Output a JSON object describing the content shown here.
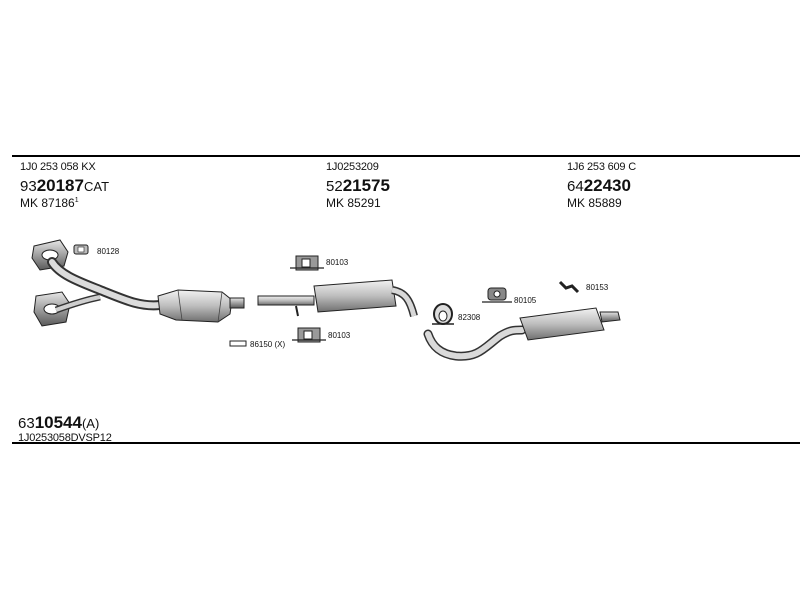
{
  "parts": [
    {
      "oem": "1J0 253 058 KX",
      "art_prefix": "93",
      "art_main": "20187",
      "art_suffix": "CAT",
      "mk_prefix": "MK",
      "mk_number": "87186",
      "mk_note": "1"
    },
    {
      "oem": "1J0253209",
      "art_prefix": "52",
      "art_main": "21575",
      "art_suffix": "",
      "mk_prefix": "MK",
      "mk_number": "85291",
      "mk_note": ""
    },
    {
      "oem": "1J6 253 609 C",
      "art_prefix": "64",
      "art_main": "22430",
      "art_suffix": "",
      "mk_prefix": "MK",
      "mk_number": "85889",
      "mk_note": ""
    }
  ],
  "callouts": {
    "c80128": "80128",
    "c80103a": "80103",
    "c86150": "86150 (X)",
    "c80103b": "80103",
    "c82308": "82308",
    "c80105": "80105",
    "c80153": "80153"
  },
  "set": {
    "art_prefix": "63",
    "art_main": "10544",
    "art_suffix": "(A)",
    "code": "1J0253058DVSP12"
  }
}
